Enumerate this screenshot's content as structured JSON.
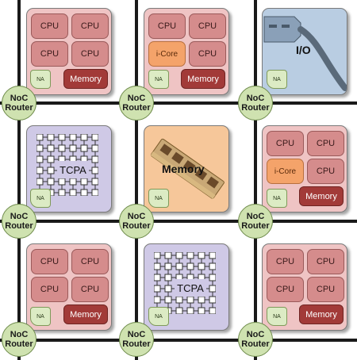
{
  "routers": [
    {
      "line1": "NoC",
      "line2": "Router"
    },
    {
      "line1": "NoC",
      "line2": "Router"
    },
    {
      "line1": "NoC",
      "line2": "Router"
    },
    {
      "line1": "NoC",
      "line2": "Router"
    },
    {
      "line1": "NoC",
      "line2": "Router"
    },
    {
      "line1": "NoC",
      "line2": "Router"
    },
    {
      "line1": "NoC",
      "line2": "Router"
    },
    {
      "line1": "NoC",
      "line2": "Router"
    },
    {
      "line1": "NoC",
      "line2": "Router"
    }
  ],
  "labels": {
    "cpu": "CPU",
    "icore": "i-Core",
    "memory_small": "Memory",
    "na": "NA",
    "tcpa": "TCPA",
    "io": "I/O",
    "memory_big": "Memory"
  },
  "colors": {
    "cpu_tile": "#efc4c4",
    "cpu_box": "#d58c8c",
    "icore_box": "#f4a36a",
    "memory_box": "#a23a38",
    "tcpa_tile": "#cfc9e6",
    "io_tile": "#b9cde2",
    "memory_tile": "#f6c79a",
    "router": "#cfe2b0",
    "na": "#dcebc4",
    "grid_lines": "#1a1a1a"
  },
  "tiles": [
    {
      "row": 0,
      "col": 0,
      "type": "cpu-tile",
      "slots": [
        "CPU",
        "CPU",
        "CPU",
        "CPU"
      ]
    },
    {
      "row": 0,
      "col": 1,
      "type": "cpu-tile",
      "slots": [
        "CPU",
        "CPU",
        "i-Core",
        "CPU"
      ]
    },
    {
      "row": 0,
      "col": 2,
      "type": "io-tile"
    },
    {
      "row": 1,
      "col": 0,
      "type": "tcpa-tile"
    },
    {
      "row": 1,
      "col": 1,
      "type": "memory-tile"
    },
    {
      "row": 1,
      "col": 2,
      "type": "cpu-tile",
      "slots": [
        "CPU",
        "CPU",
        "i-Core",
        "CPU"
      ]
    },
    {
      "row": 2,
      "col": 0,
      "type": "cpu-tile",
      "slots": [
        "CPU",
        "CPU",
        "CPU",
        "CPU"
      ]
    },
    {
      "row": 2,
      "col": 1,
      "type": "tcpa-tile"
    },
    {
      "row": 2,
      "col": 2,
      "type": "cpu-tile",
      "slots": [
        "CPU",
        "CPU",
        "CPU",
        "CPU"
      ]
    }
  ]
}
